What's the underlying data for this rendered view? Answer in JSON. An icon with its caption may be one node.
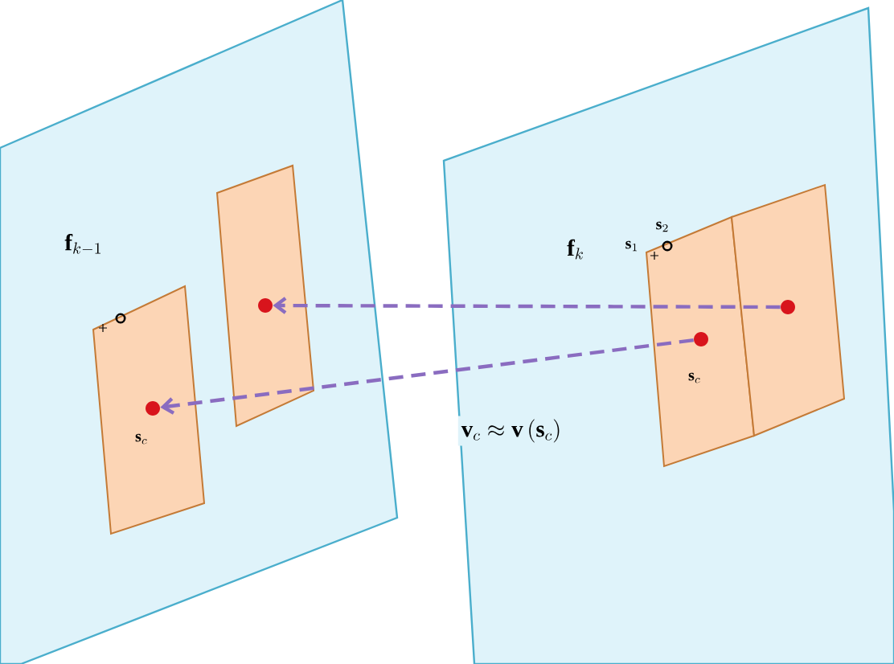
{
  "diagram": {
    "nodes": [
      {
        "text": [
          "\\mathbf{f}_{k-1}"
        ]
      },
      {
        "text": [
          "\\mathbf{s}_c"
        ],
        "in": 0
      },
      {
        "text": [],
        "shape": "circle",
        "in": 1
      },
      {
        "text": [],
        "shape": "box",
        "in": 0
      },
      {
        "text": [],
        "shape": "circle",
        "in": 3
      },
      {
        "text": [
          "\\mathbf{f}_k"
        ]
      },
      {
        "text": [
          "\\mathbf{s}_c"
        ],
        "beside": [
          "\\mathbf{s}_1",
          "\\mathbf{s}_2"
        ],
        "in": 5
      },
      {
        "text": [],
        "shape": "circle",
        "in": 6
      },
      {
        "text": [],
        "shape": "box",
        "in": 5
      },
      {
        "text": [],
        "shape": "circle",
        "in": 8
      }
    ],
    "edges": [
      {
        "from": 9,
        "to": 4,
        "arrow": "to",
        "style": "dashed"
      },
      {
        "from": 7,
        "to": 2,
        "arrow": "to",
        "style": "dashed"
      }
    ],
    "labels": [
      "\\mathbf{v}_c \\approx \\mathbf{v}\\left(\\mathbf{s}_c\\right)"
    ]
  }
}
